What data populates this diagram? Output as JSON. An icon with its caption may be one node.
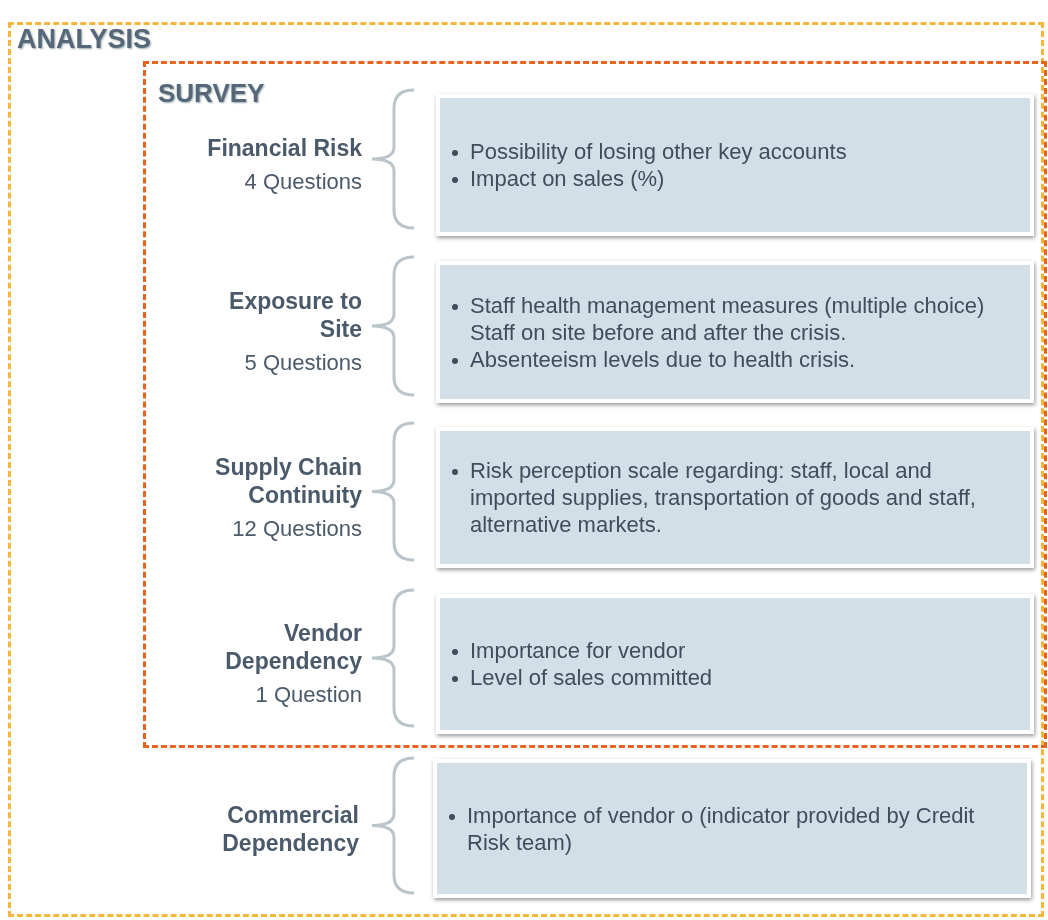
{
  "diagram": {
    "nodes": [
      {
        "text": [
          "ANALYSIS"
        ]
      },
      {
        "text": [
          "SURVEY"
        ],
        "in": 0
      },
      {
        "text": [
          "Financial Risk",
          "4 Questions"
        ],
        "in": 1
      },
      {
        "text": [
          "Possibility of losing other key accounts",
          "Impact on sales (%)"
        ],
        "in": 1
      },
      {
        "text": [
          "Exposure to Site",
          "5 Questions"
        ],
        "in": 1
      },
      {
        "text": [
          "Staff health management measures (multiple choice) Staff on site before and after the crisis.",
          "Absenteeism levels due to health crisis."
        ],
        "in": 1
      },
      {
        "text": [
          "Supply Chain Continuity",
          "12 Questions"
        ],
        "in": 1
      },
      {
        "text": [
          "Risk perception scale regarding: staff,  local and imported supplies, transportation of goods and staff, alternative markets."
        ],
        "in": 1
      },
      {
        "text": [
          "Vendor Dependency",
          "1 Question"
        ],
        "in": 1
      },
      {
        "text": [
          "Importance for vendor",
          "Level of sales committed"
        ],
        "in": 1
      },
      {
        "text": [
          "Commercial Dependency"
        ],
        "in": 0
      },
      {
        "text": [
          "Importance of vendor o (indicator provided by Credit Risk team)"
        ],
        "in": 0
      }
    ],
    "edges": []
  }
}
